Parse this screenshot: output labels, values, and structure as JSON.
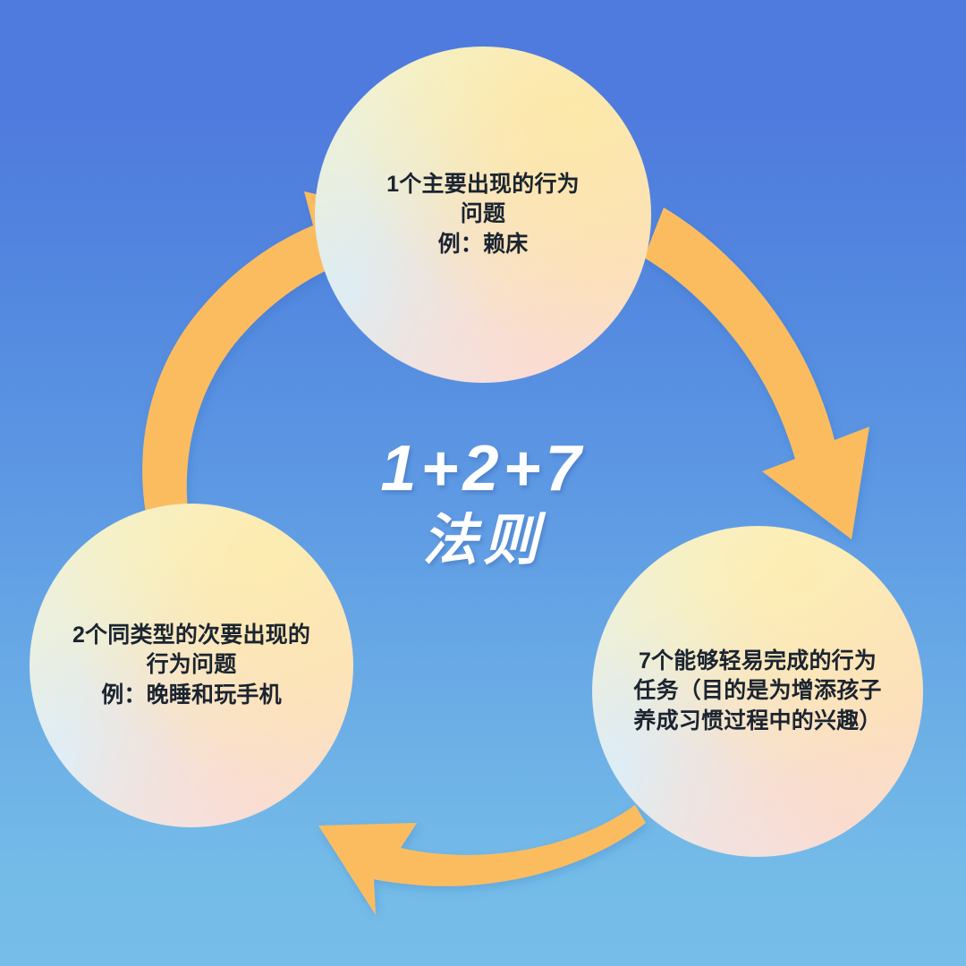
{
  "background": {
    "gradient_top": "#4F7BDE",
    "gradient_bottom": "#74BBE8"
  },
  "center_title": {
    "formula": "1+2+7",
    "word": "法则",
    "color": "#FFFFFF"
  },
  "arrows": {
    "color": "#FBBC60",
    "items": [
      {
        "name": "arrow-right-down",
        "from": "node-top",
        "to": "node-right",
        "direction": "clockwise"
      },
      {
        "name": "arrow-bottom-left",
        "from": "node-right",
        "to": "node-left",
        "direction": "clockwise"
      },
      {
        "name": "arrow-left-up",
        "from": "node-left",
        "to": "node-top",
        "direction": "clockwise"
      }
    ]
  },
  "nodes": [
    {
      "id": "node-top",
      "number": "1",
      "lines": [
        "1个主要出现的行为",
        "问题",
        "例：赖床"
      ],
      "text_color": "#1B2430"
    },
    {
      "id": "node-left",
      "number": "2",
      "lines": [
        "2个同类型的次要出现的",
        "行为问题",
        "例：晚睡和玩手机"
      ],
      "text_color": "#1B2430"
    },
    {
      "id": "node-right",
      "number": "7",
      "lines": [
        "7个能够轻易完成的行为",
        "任务（目的是为增添孩子",
        "养成习惯过程中的兴趣）"
      ],
      "text_color": "#1B2430"
    }
  ]
}
